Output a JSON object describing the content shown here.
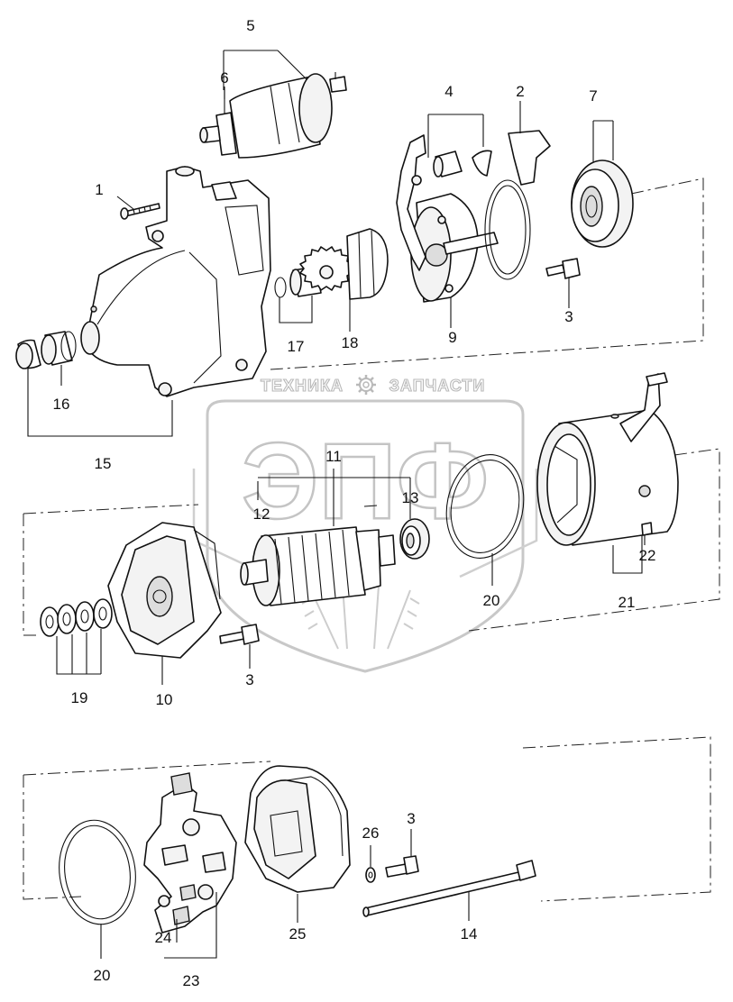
{
  "watermark": {
    "left_text": "ТЕХНИКА",
    "right_text": "ЗАПЧАСТИ",
    "emblem_text": "ЭПФ",
    "gear_icon": "gear-icon"
  },
  "callouts": {
    "c1": "1",
    "c2": "2",
    "c3a": "3",
    "c3b": "3",
    "c3c": "3",
    "c4": "4",
    "c5": "5",
    "c6": "6",
    "c7": "7",
    "c9": "9",
    "c10": "10",
    "c11": "11",
    "c12": "12",
    "c13": "13",
    "c14": "14",
    "c15": "15",
    "c16": "16",
    "c17": "17",
    "c18": "18",
    "c19": "19",
    "c20a": "20",
    "c20b": "20",
    "c21": "21",
    "c22": "22",
    "c23": "23",
    "c24": "24",
    "c25": "25",
    "c26": "26"
  }
}
